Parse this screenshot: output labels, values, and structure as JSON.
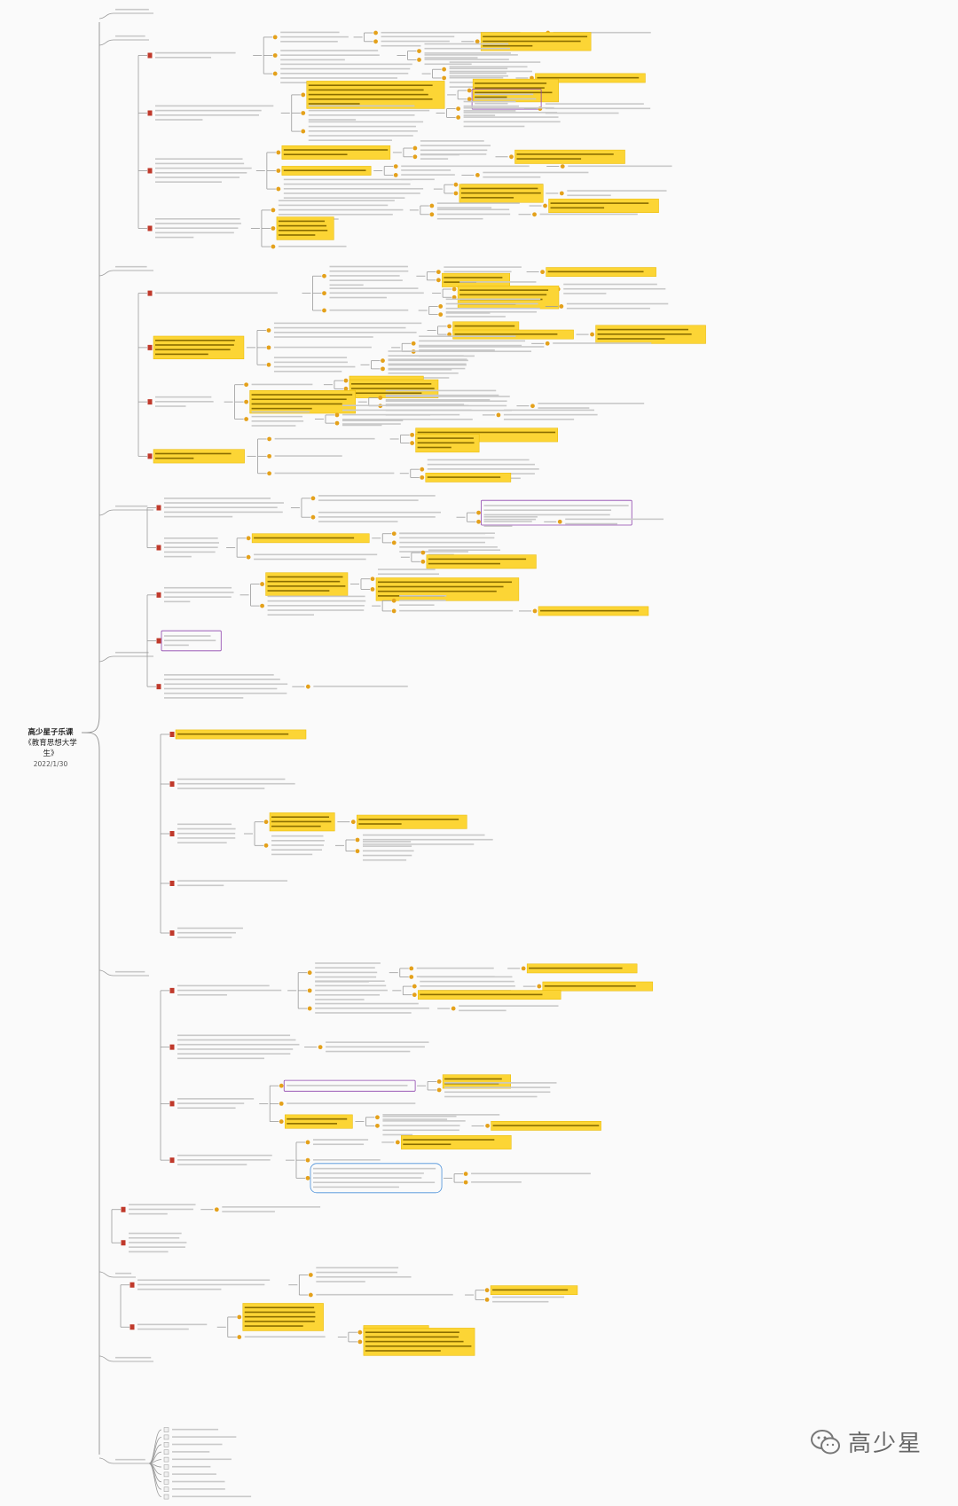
{
  "root": {
    "title": "高少星子乐课",
    "subtitle": "《教育思想大学生》",
    "date": "2022/1/30"
  },
  "watermark": {
    "brand": "高少星",
    "icon": "wechat-icon"
  },
  "colors": {
    "line": "#9a9a9a",
    "highlight": "#fcd535",
    "highlight_border": "#e8b800",
    "node_marker": "#c0392b",
    "bulb": "#e4a11b",
    "dim_text": "#c9c9c9",
    "blue_box": "#4a90d9",
    "purple_box": "#8e44ad"
  }
}
